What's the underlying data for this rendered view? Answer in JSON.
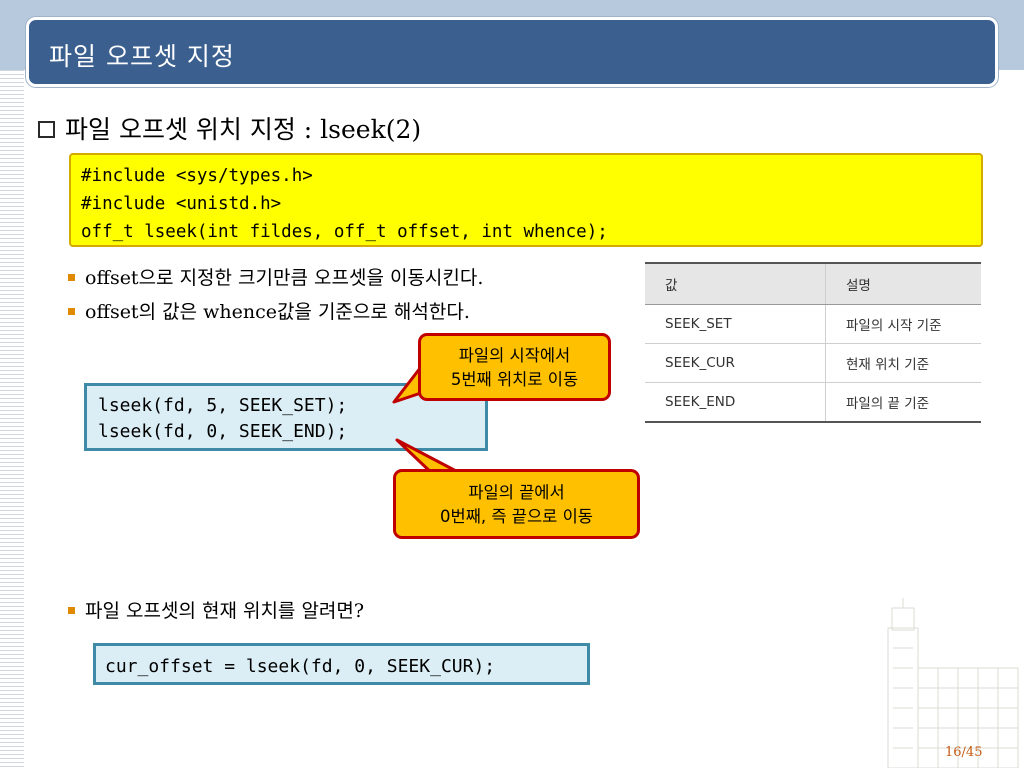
{
  "title": "파일 오프셋 지정",
  "heading": "파일 오프셋 위치 지정 : lseek(2)",
  "code_main": [
    "#include <sys/types.h>",
    "#include <unistd.h>",
    "off_t lseek(int fildes, off_t offset, int whence);"
  ],
  "bullets": [
    "offset으로 지정한 크기만큼 오프셋을 이동시킨다.",
    "offset의 값은 whence값을 기준으로 해석한다."
  ],
  "example_code": [
    "lseek(fd, 5, SEEK_SET);",
    "lseek(fd, 0, SEEK_END);"
  ],
  "callout1": [
    "파일의 시작에서",
    "5번째 위치로 이동"
  ],
  "callout2": [
    "파일의 끝에서",
    "0번째, 즉 끝으로 이동"
  ],
  "table": {
    "headers": [
      "값",
      "설명"
    ],
    "rows": [
      [
        "SEEK_SET",
        "파일의 시작 기준"
      ],
      [
        "SEEK_CUR",
        "현재 위치 기준"
      ],
      [
        "SEEK_END",
        "파일의 끝 기준"
      ]
    ]
  },
  "bullet3": "파일 오프셋의 현재 위치를 알려면?",
  "code_cur": "cur_offset = lseek(fd, 0, SEEK_CUR);",
  "page_number": "16/45",
  "colors": {
    "title_bar": "#3b5f8f",
    "code_highlight": "#ffff00",
    "callout_fill": "#ffc000",
    "callout_border": "#c00000",
    "example_box": "#dbeef5",
    "bullet": "#e08a00"
  }
}
